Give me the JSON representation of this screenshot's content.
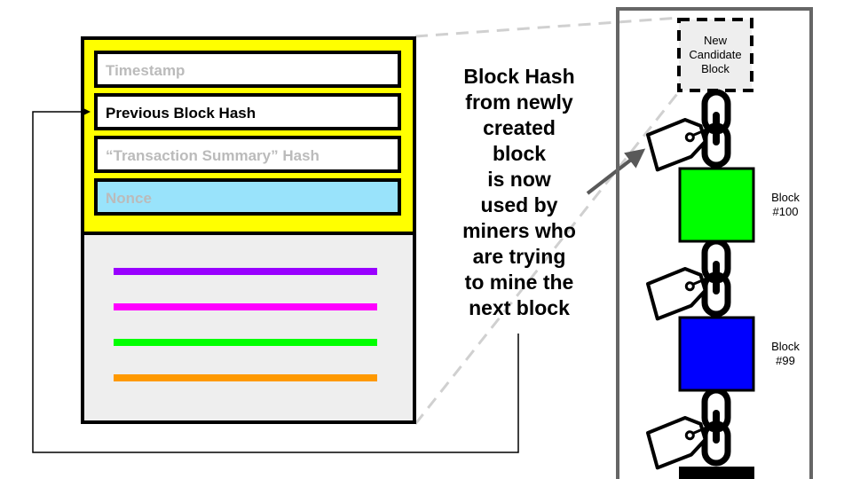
{
  "block_header": {
    "fields": [
      {
        "label": "Timestamp",
        "text_color": "#bbbbbb",
        "fill": "#ffffff"
      },
      {
        "label": "Previous Block Hash",
        "text_color": "#000000",
        "fill": "#ffffff"
      },
      {
        "label": "“Transaction Summary” Hash",
        "text_color": "#bbbbbb",
        "fill": "#ffffff"
      },
      {
        "label": "Nonce",
        "text_color": "#bbbbbb",
        "fill": "#99e3fb"
      }
    ],
    "header_color": "#ffff00",
    "body_color": "#eeeeee"
  },
  "transactions": {
    "line_colors": [
      "#9900ff",
      "#ff00ff",
      "#00ff00",
      "#ff9900"
    ]
  },
  "callout": {
    "lines": [
      "Block Hash",
      "from newly",
      "created",
      "block",
      "is now",
      "used by",
      "miners who",
      "are trying",
      "to mine the",
      "next block"
    ]
  },
  "chain": {
    "candidate": {
      "lines": [
        "New",
        "Candidate",
        "Block"
      ],
      "fill": "#eeeeee"
    },
    "blocks": [
      {
        "lines": [
          "Block",
          "#100"
        ],
        "fill": "#00ff00"
      },
      {
        "lines": [
          "Block",
          "#99"
        ],
        "fill": "#0000ff"
      }
    ],
    "bottom_block_fill": "#000000",
    "frame_color": "#666666"
  },
  "icons": {
    "tag": "hash-tag-icon",
    "chain_link": "chain-link-icon",
    "arrow": "arrow-icon"
  }
}
